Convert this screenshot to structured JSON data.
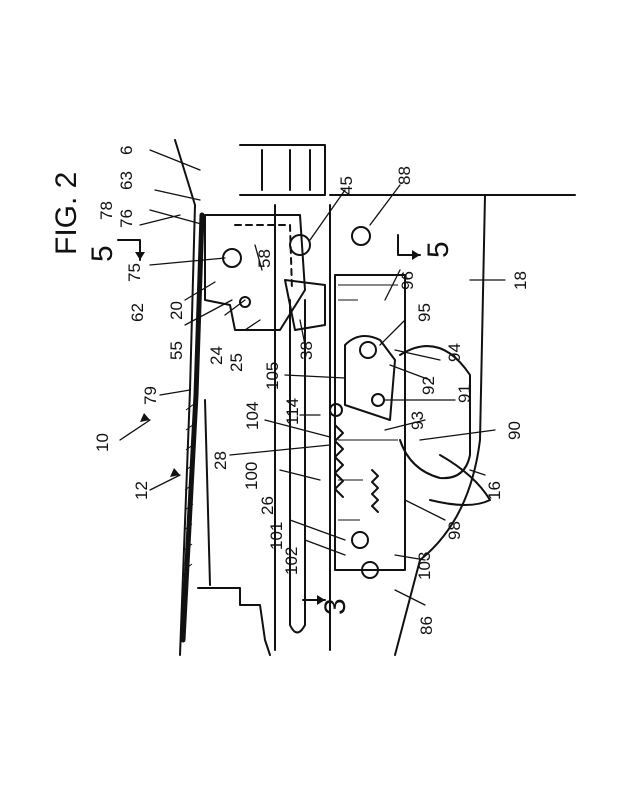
{
  "figure": {
    "title": "FIG. 2",
    "section_marks": [
      "5",
      "5",
      "3"
    ],
    "labels": [
      "6",
      "63",
      "78",
      "76",
      "75",
      "62",
      "20",
      "55",
      "24",
      "25",
      "58",
      "45",
      "88",
      "96",
      "95",
      "94",
      "92",
      "91",
      "93",
      "90",
      "18",
      "16",
      "98",
      "103",
      "86",
      "102",
      "101",
      "26",
      "100",
      "28",
      "104",
      "114",
      "105",
      "38",
      "79",
      "10",
      "12"
    ]
  },
  "colors": {
    "ink": "#111111",
    "paper": "#ffffff"
  }
}
